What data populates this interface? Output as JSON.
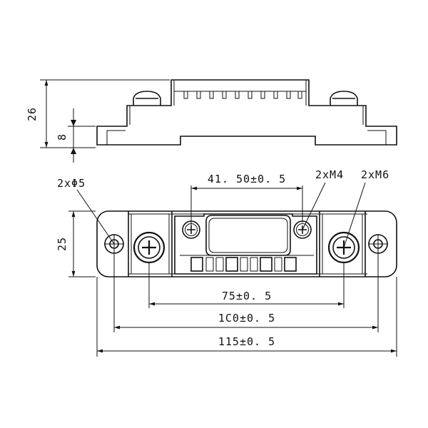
{
  "side_view": {
    "height_total": "26",
    "height_step": "8"
  },
  "top_view": {
    "width_body": "25",
    "pin_spacing": "41. 50±0. 5",
    "hole_label": "2xΦ5",
    "screw_m4": "2xM4",
    "screw_m6": "2xM6",
    "dim_75": "75±0. 5",
    "dim_100": "1C0±0. 5",
    "dim_115": "115±0. 5"
  }
}
